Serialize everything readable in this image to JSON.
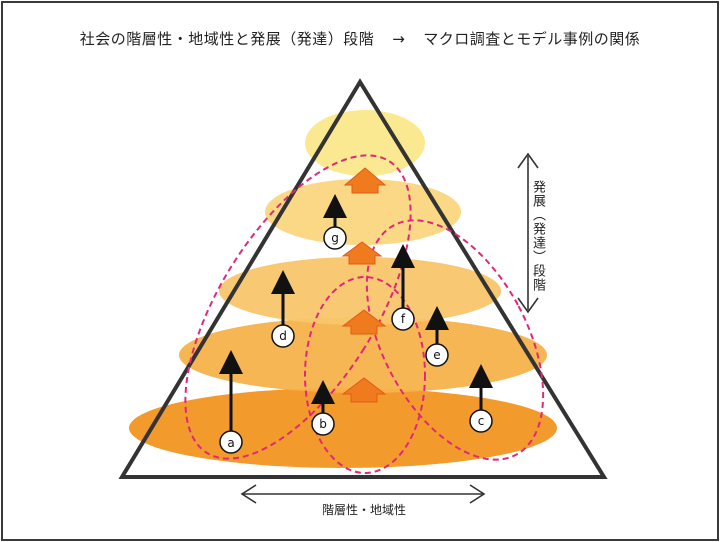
{
  "title": {
    "left": "社会の階層性・地域性と発展（発達）段階",
    "arrow": "→",
    "right": "マクロ調査とモデル事例の関係"
  },
  "axes": {
    "vertical_label": "発展（発達）段階",
    "horizontal_label": "階層性・地域性"
  },
  "cases": [
    {
      "id": "a",
      "label": "a"
    },
    {
      "id": "b",
      "label": "b"
    },
    {
      "id": "c",
      "label": "c"
    },
    {
      "id": "d",
      "label": "d"
    },
    {
      "id": "e",
      "label": "e"
    },
    {
      "id": "f",
      "label": "f"
    },
    {
      "id": "g",
      "label": "g"
    }
  ],
  "colors": {
    "layer1": "#f39a2c",
    "layer2": "#f6b24a",
    "layer3": "#f8c66a",
    "layer4": "#fad67e",
    "layer5": "#fae88a",
    "dashed": "#e0287a",
    "stage_arrow": "#f07a1e",
    "frame": "#3a3a3a"
  }
}
